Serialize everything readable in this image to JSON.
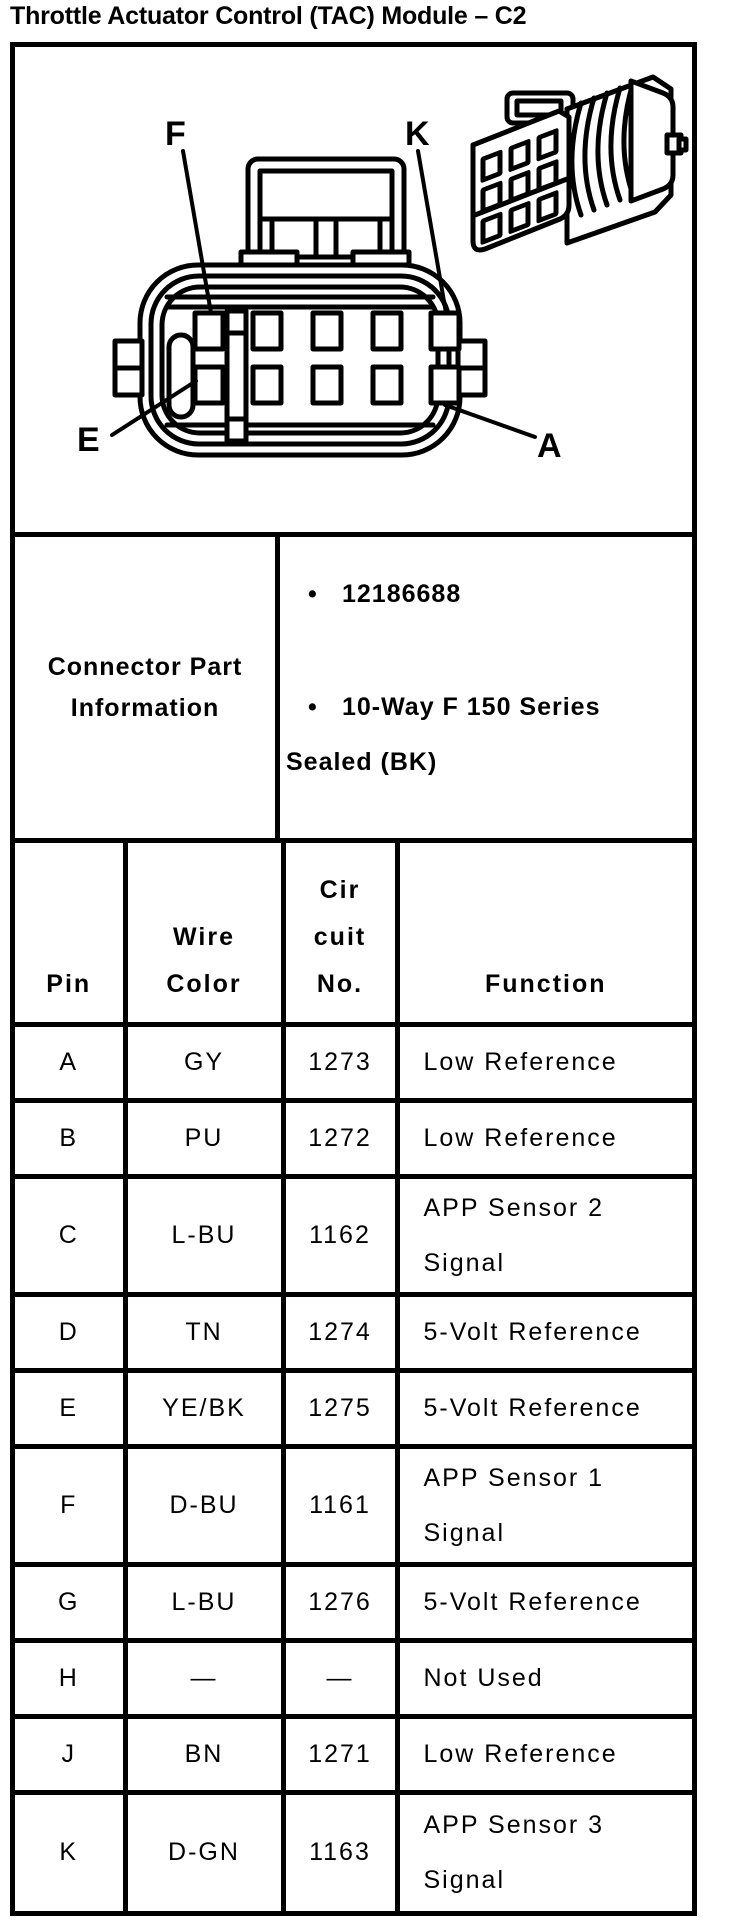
{
  "page": {
    "title": "Throttle Actuator Control (TAC) Module – C2"
  },
  "connector_figure": {
    "pin_labels": {
      "top_left": "F",
      "top_right": "K",
      "bottom_left": "E",
      "bottom_right": "A"
    }
  },
  "connector_part_info": {
    "label": "Connector Part Information",
    "bullet_glyph": "•",
    "bullets": [
      "12186688",
      "10-Way F 150 Series Sealed (BK)"
    ]
  },
  "pin_table": {
    "headers": {
      "pin": "Pin",
      "wire_color_lines": [
        "Wire",
        "Color"
      ],
      "circuit_lines": [
        "Cir",
        "cuit",
        "No."
      ],
      "function": "Function"
    },
    "rows": [
      {
        "pin": "A",
        "wire_color": "GY",
        "circuit_no": "1273",
        "function": "Low Reference"
      },
      {
        "pin": "B",
        "wire_color": "PU",
        "circuit_no": "1272",
        "function": "Low Reference"
      },
      {
        "pin": "C",
        "wire_color": "L-BU",
        "circuit_no": "1162",
        "function": "APP Sensor 2 Signal"
      },
      {
        "pin": "D",
        "wire_color": "TN",
        "circuit_no": "1274",
        "function": "5-Volt Reference"
      },
      {
        "pin": "E",
        "wire_color": "YE/BK",
        "circuit_no": "1275",
        "function": "5-Volt Reference"
      },
      {
        "pin": "F",
        "wire_color": "D-BU",
        "circuit_no": "1161",
        "function": "APP Sensor 1 Signal"
      },
      {
        "pin": "G",
        "wire_color": "L-BU",
        "circuit_no": "1276",
        "function": "5-Volt Reference"
      },
      {
        "pin": "H",
        "wire_color": "—",
        "circuit_no": "—",
        "function": "Not Used"
      },
      {
        "pin": "J",
        "wire_color": "BN",
        "circuit_no": "1271",
        "function": "Low Reference"
      },
      {
        "pin": "K",
        "wire_color": "D-GN",
        "circuit_no": "1163",
        "function": "APP Sensor 3 Signal"
      }
    ]
  },
  "colors": {
    "ink": "#000000",
    "paper": "#ffffff"
  }
}
